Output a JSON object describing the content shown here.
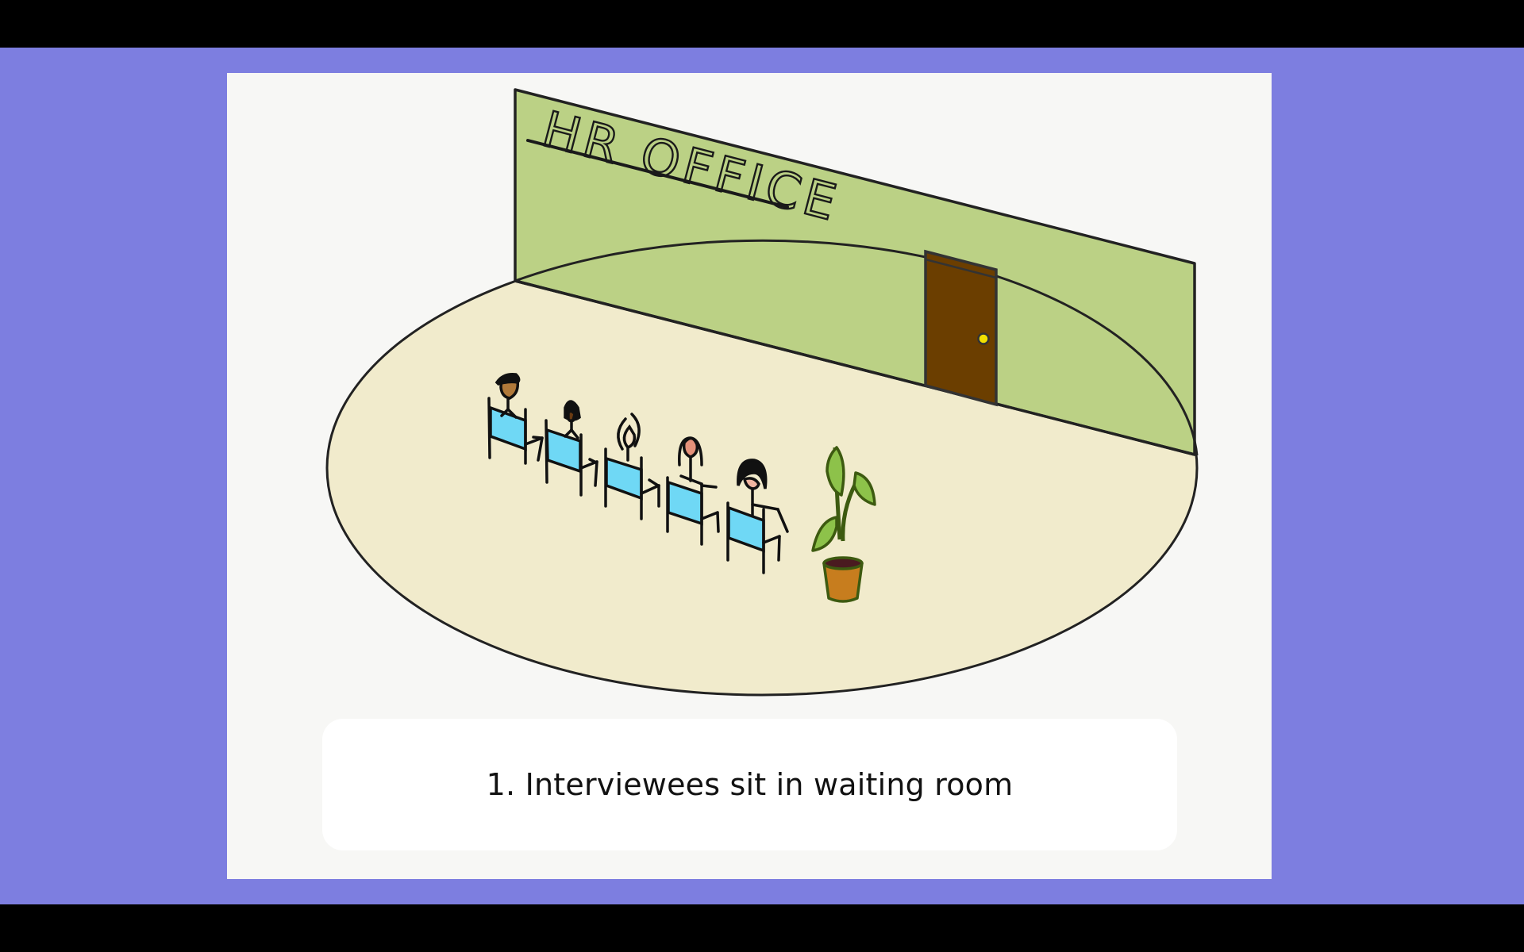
{
  "slide": {
    "caption": "1. Interviewees sit in waiting room",
    "sign_text": "HR OFFICE"
  },
  "colors": {
    "letterbox": "#000000",
    "background": "#7d7ee0",
    "card": "#f7f7f5",
    "wall": "#bbd185",
    "floor": "#f1ebcc",
    "door": "#6b3e00",
    "door_knob": "#f2e000",
    "chair": "#6fd8f5",
    "plant_leaf": "#8dc24a",
    "plant_pot": "#c77d1e"
  },
  "scene": {
    "people_count": 5,
    "objects": [
      "wall",
      "door",
      "chairs",
      "people",
      "potted-plant",
      "floor"
    ]
  }
}
